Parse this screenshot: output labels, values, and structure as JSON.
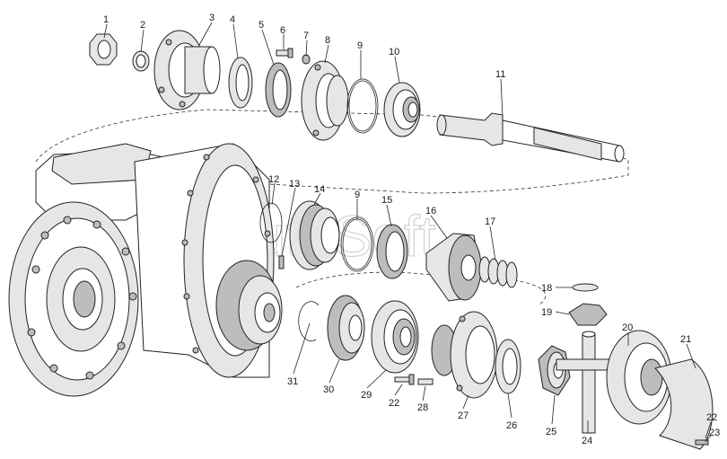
{
  "watermark": "AutoSoft",
  "callouts": [
    {
      "id": "c1",
      "text": "1"
    },
    {
      "id": "c2",
      "text": "2"
    },
    {
      "id": "c3",
      "text": "3"
    },
    {
      "id": "c4",
      "text": "4"
    },
    {
      "id": "c5",
      "text": "5"
    },
    {
      "id": "c6",
      "text": "6"
    },
    {
      "id": "c7",
      "text": "7"
    },
    {
      "id": "c8",
      "text": "8"
    },
    {
      "id": "c9a",
      "text": "9"
    },
    {
      "id": "c10",
      "text": "10"
    },
    {
      "id": "c11",
      "text": "11"
    },
    {
      "id": "c12",
      "text": "12"
    },
    {
      "id": "c13",
      "text": "13"
    },
    {
      "id": "c14",
      "text": "14"
    },
    {
      "id": "c9b",
      "text": "9"
    },
    {
      "id": "c15",
      "text": "15"
    },
    {
      "id": "c16",
      "text": "16"
    },
    {
      "id": "c17",
      "text": "17"
    },
    {
      "id": "c18",
      "text": "18"
    },
    {
      "id": "c19",
      "text": "19"
    },
    {
      "id": "c20",
      "text": "20"
    },
    {
      "id": "c21",
      "text": "21"
    },
    {
      "id": "c22a",
      "text": "22"
    },
    {
      "id": "c23",
      "text": "23"
    },
    {
      "id": "c24",
      "text": "24"
    },
    {
      "id": "c25",
      "text": "25"
    },
    {
      "id": "c26",
      "text": "26"
    },
    {
      "id": "c27",
      "text": "27"
    },
    {
      "id": "c22b",
      "text": "22"
    },
    {
      "id": "c28",
      "text": "28"
    },
    {
      "id": "c29",
      "text": "29"
    },
    {
      "id": "c30",
      "text": "30"
    },
    {
      "id": "c31",
      "text": "31"
    }
  ]
}
